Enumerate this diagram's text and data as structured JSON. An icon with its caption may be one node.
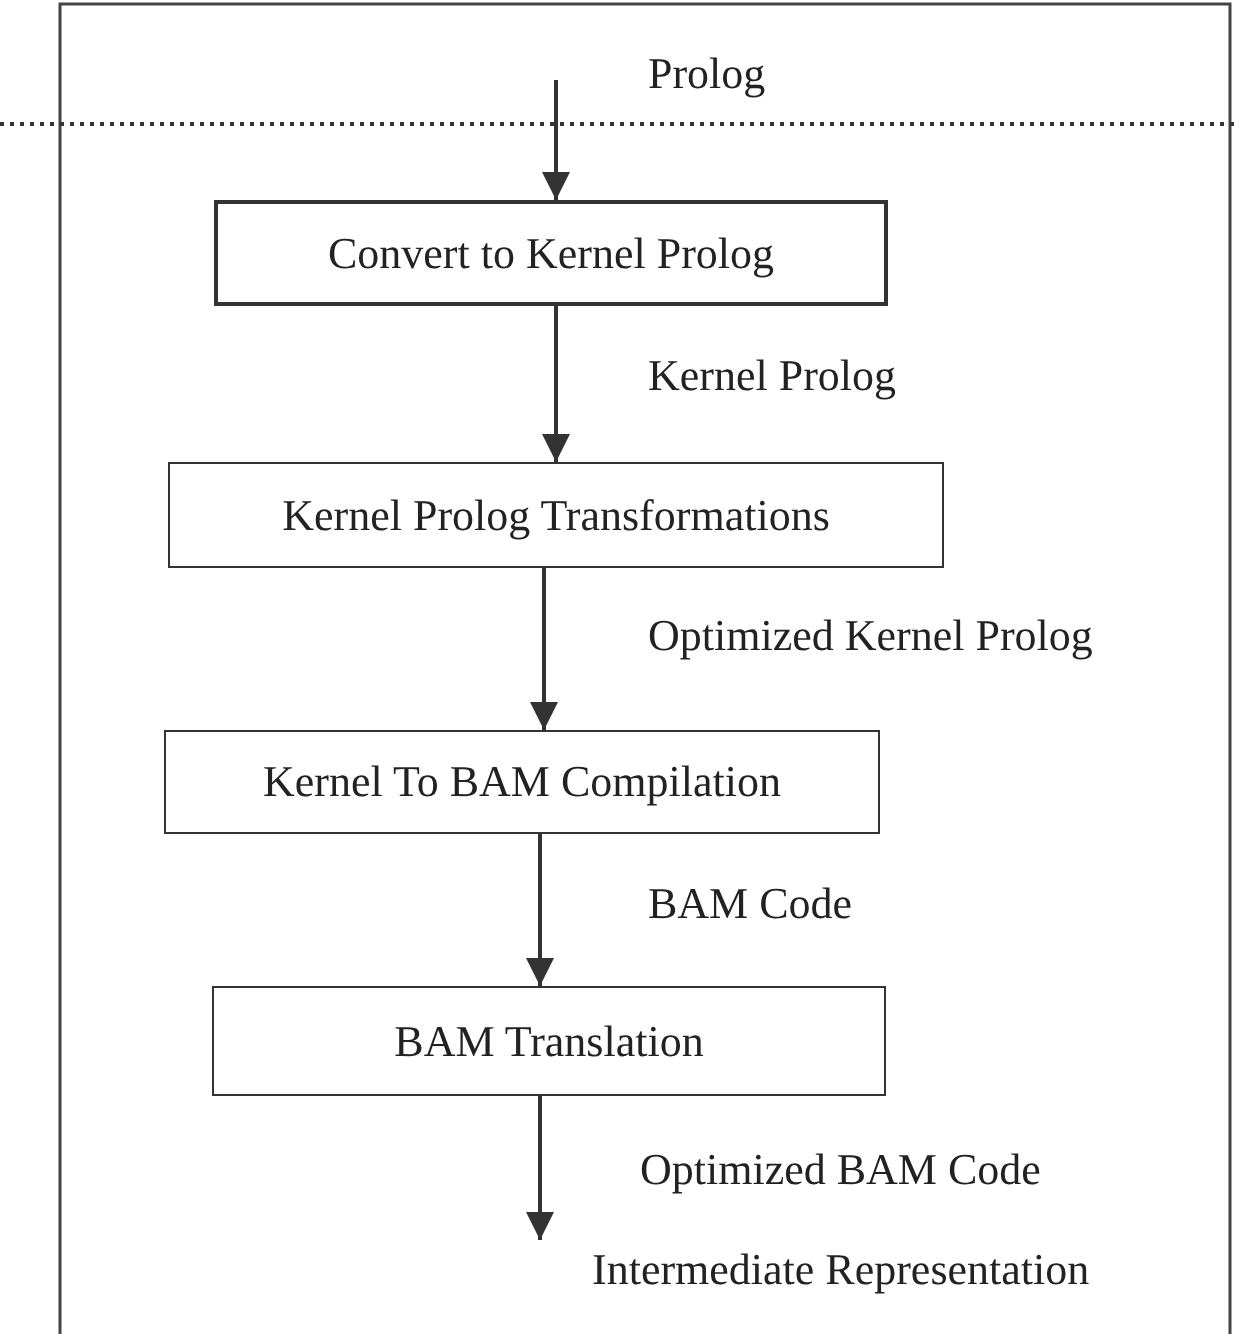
{
  "diagram": {
    "nodes": [
      {
        "text": [
          "Convert to Kernel Prolog"
        ]
      },
      {
        "text": [
          "Kernel Prolog Transformations"
        ]
      },
      {
        "text": [
          "Kernel To BAM Compilation"
        ]
      },
      {
        "text": [
          "BAM Translation"
        ]
      },
      {
        "text": [
          "Intermediate Representation"
        ]
      }
    ],
    "edges": [
      {
        "from": null,
        "to": 0,
        "arrow": "to",
        "label": "Prolog"
      },
      {
        "from": 0,
        "to": 1,
        "arrow": "to",
        "label": "Kernel Prolog"
      },
      {
        "from": 1,
        "to": 2,
        "arrow": "to",
        "label": "Optimized Kernel Prolog"
      },
      {
        "from": 2,
        "to": 3,
        "arrow": "to",
        "label": "BAM Code"
      },
      {
        "from": 3,
        "to": 4,
        "arrow": "to",
        "label": "Optimized BAM Code"
      }
    ]
  }
}
